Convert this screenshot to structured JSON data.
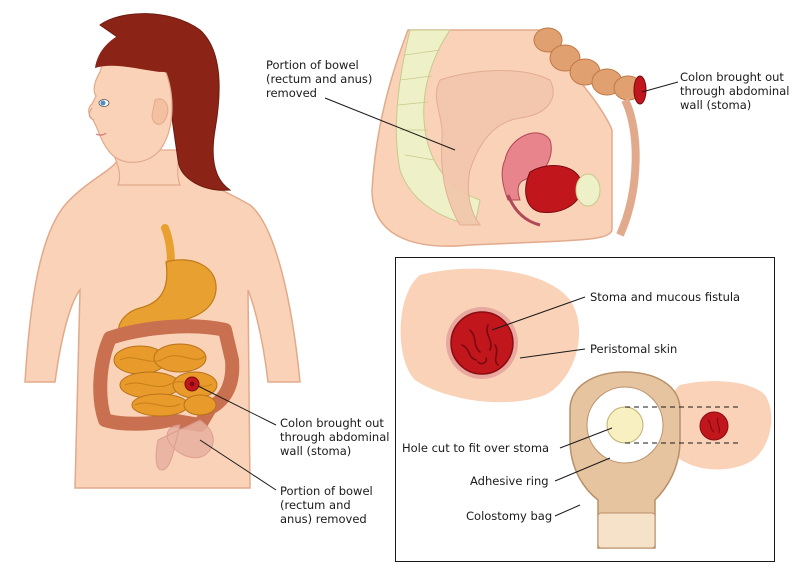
{
  "labels": {
    "top_bowel_removed": "Portion of bowel\n(rectum and anus)\nremoved",
    "top_colon_stoma": "Colon brought out\nthrough abdominal\nwall (stoma)",
    "body_colon_stoma": "Colon brought out\nthrough abdominal\nwall (stoma)",
    "body_bowel_removed": "Portion of bowel\n(rectum and\nanus) removed",
    "stoma_fistula": "Stoma and mucous fistula",
    "peristomal_skin": "Peristomal skin",
    "hole_cut": "Hole cut to fit over stoma",
    "adhesive_ring": "Adhesive ring",
    "colostomy_bag": "Colostomy bag"
  },
  "colors": {
    "skin": "#f9d2b8",
    "skin_outline": "#e2aa8c",
    "hair": "#8b2416",
    "stomach": "#e8a030",
    "small_intestine": "#e89a2a",
    "colon": "#c8704f",
    "stoma_red": "#c0161c",
    "bag": "#e6c4a0"
  }
}
